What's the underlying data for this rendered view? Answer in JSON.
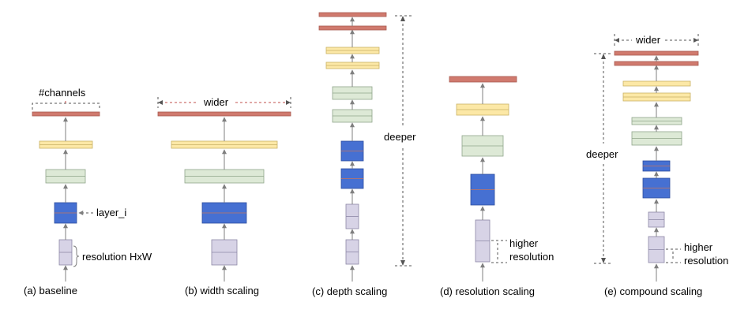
{
  "colors": {
    "red": "#d07a6e",
    "red_edge": "#a85a50",
    "yellow": "#fce8a6",
    "yellow_edge": "#c9b164",
    "green": "#dde9d6",
    "green_edge": "#8fa58a",
    "blue": "#4670d2",
    "blue_edge": "#2e4f9e",
    "lavender": "#d7d3e6",
    "lavender_edge": "#8d88a6",
    "arrow": "#7f7f7f"
  },
  "panels": [
    {
      "id": "baseline",
      "caption": "(a) baseline"
    },
    {
      "id": "width",
      "caption": "(b) width scaling"
    },
    {
      "id": "depth",
      "caption": "(c) depth scaling"
    },
    {
      "id": "resolution",
      "caption": "(d) resolution scaling"
    },
    {
      "id": "compound",
      "caption": "(e) compound scaling"
    }
  ],
  "labels": {
    "channels": "#channels",
    "layer_i": "layer_i",
    "resolution_hxw": "resolution HxW",
    "wider_b": "wider",
    "deeper_c": "deeper",
    "higher_d": "higher",
    "resolution_d": "resolution",
    "wider_e": "wider",
    "deeper_e": "deeper",
    "higher_e": "higher",
    "resolution_e": "resolution"
  }
}
